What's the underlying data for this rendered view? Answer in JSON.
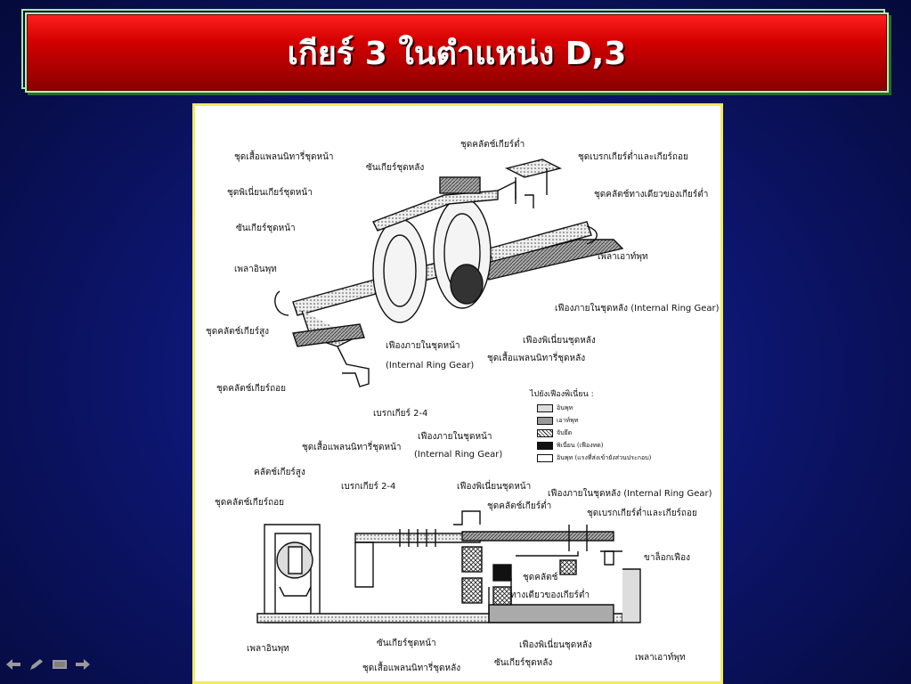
{
  "slide": {
    "title": "เกียร์ 3 ในตำแหน่ง D,3"
  },
  "top_labels": {
    "front_carrier": "ชุดเสื้อแพลนนิทารี่ชุดหน้า",
    "front_pinion": "ชุดพิเนี่ยนเกียร์ชุดหน้า",
    "front_sun": "ซันเกียร์ชุดหน้า",
    "input_shaft": "เพลาอินพุท",
    "high_clutch": "ชุดคลัตช์เกียร์สูง",
    "reverse_clutch": "ชุดคลัตช์เกียร์ถอย",
    "brake_24": "เบรกเกียร์ 2-4",
    "rear_sun": "ซันเกียร์ชุดหลัง",
    "low_clutch": "ชุดคลัตช์เกียร์ต่ำ",
    "low_reverse_brake": "ชุดเบรกเกียร์ต่ำและเกียร์ถอย",
    "one_way_clutch": "ชุดคลัตช์ทางเดียวของเกียร์ต่ำ",
    "output_shaft": "เพลาเอาท์พุท",
    "rear_ring": "เฟืองภายในชุดหลัง (Internal Ring Gear)",
    "rear_pinion": "เฟืองพิเนี่ยนชุดหลัง",
    "rear_carrier": "ชุดเสื้อแพลนนิทารี่ชุดหลัง",
    "front_ring": "เฟืองภายในชุดหน้า",
    "front_ring_en": "(Internal Ring Gear)"
  },
  "legend": {
    "title": "ไปยังเฟืองพิเนี่ยน :",
    "items": [
      "อินพุท",
      "เอาท์พุท",
      "จับยึด",
      "พิเนี่ยน (เฟืองทด)",
      "อินพุท (แรงที่ส่งเข้ายังส่วนประกอบ)"
    ]
  },
  "bottom_labels": {
    "front_carrier": "ชุดเสื้อแพลนนิทารี่ชุดหน้า",
    "front_ring": "เฟืองภายในชุดหน้า",
    "front_ring_en": "(Internal Ring Gear)",
    "high_clutch": "คลัตช์เกียร์สูง",
    "brake_24": "เบรกเกียร์ 2-4",
    "reverse_clutch": "ชุดคลัตช์เกียร์ถอย",
    "front_pinion": "เฟืองพิเนี่ยนชุดหน้า",
    "rear_ring": "เฟืองภายในชุดหลัง (Internal Ring Gear)",
    "low_clutch": "ชุดคลัตช์เกียร์ต่ำ",
    "low_reverse_brake": "ชุดเบรกเกียร์ต่ำและเกียร์ถอย",
    "stator": "ขาล็อกเฟือง",
    "one_way_clutch_a": "ชุดคลัตช์",
    "one_way_clutch_b": "ทางเดียวของเกียร์ต่ำ",
    "input_shaft": "เพลาอินพุท",
    "front_sun": "ซันเกียร์ชุดหน้า",
    "rear_pinion": "เฟืองพิเนี่ยนชุดหลัง",
    "output_shaft": "เพลาเอาท์พุท",
    "rear_carrier": "ชุดเสื้อแพลนนิทารี่ชุดหลัง",
    "rear_sun": "ซันเกียร์ชุดหลัง"
  },
  "colors": {
    "title_red": "#d40000",
    "frame_yellow": "#f2ea60",
    "nav_gray": "#9a9a9a"
  },
  "nav_icons": [
    "arrow-left-icon",
    "pen-icon",
    "menu-icon",
    "arrow-right-icon"
  ]
}
